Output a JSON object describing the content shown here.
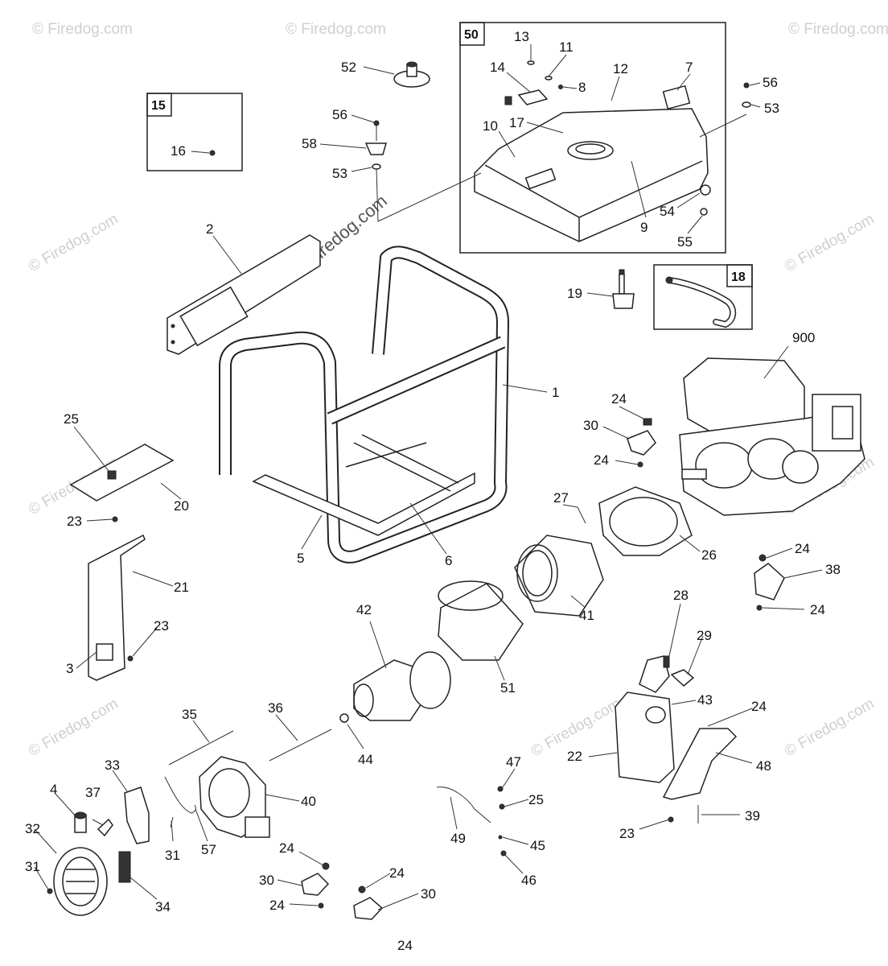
{
  "watermark": "© Firedog.com",
  "page_number": "24",
  "kit_boxes": [
    {
      "id": "box-50",
      "label": "50"
    },
    {
      "id": "box-15",
      "label": "15"
    },
    {
      "id": "box-18",
      "label": "18"
    }
  ],
  "callouts": [
    {
      "label": "13"
    },
    {
      "label": "11"
    },
    {
      "label": "14"
    },
    {
      "label": "12"
    },
    {
      "label": "7"
    },
    {
      "label": "8"
    },
    {
      "label": "17"
    },
    {
      "label": "10"
    },
    {
      "label": "9"
    },
    {
      "label": "54"
    },
    {
      "label": "55"
    },
    {
      "label": "52"
    },
    {
      "label": "56"
    },
    {
      "label": "58"
    },
    {
      "label": "53"
    },
    {
      "label": "56"
    },
    {
      "label": "53"
    },
    {
      "label": "16"
    },
    {
      "label": "2"
    },
    {
      "label": "19"
    },
    {
      "label": "900"
    },
    {
      "label": "1"
    },
    {
      "label": "24"
    },
    {
      "label": "30"
    },
    {
      "label": "24"
    },
    {
      "label": "25"
    },
    {
      "label": "20"
    },
    {
      "label": "23"
    },
    {
      "label": "5"
    },
    {
      "label": "6"
    },
    {
      "label": "27"
    },
    {
      "label": "26"
    },
    {
      "label": "24"
    },
    {
      "label": "38"
    },
    {
      "label": "24"
    },
    {
      "label": "21"
    },
    {
      "label": "23"
    },
    {
      "label": "3"
    },
    {
      "label": "42"
    },
    {
      "label": "51"
    },
    {
      "label": "41"
    },
    {
      "label": "28"
    },
    {
      "label": "29"
    },
    {
      "label": "43"
    },
    {
      "label": "24"
    },
    {
      "label": "35"
    },
    {
      "label": "36"
    },
    {
      "label": "44"
    },
    {
      "label": "22"
    },
    {
      "label": "48"
    },
    {
      "label": "33"
    },
    {
      "label": "4"
    },
    {
      "label": "37"
    },
    {
      "label": "40"
    },
    {
      "label": "47"
    },
    {
      "label": "25"
    },
    {
      "label": "32"
    },
    {
      "label": "31"
    },
    {
      "label": "57"
    },
    {
      "label": "49"
    },
    {
      "label": "45"
    },
    {
      "label": "23"
    },
    {
      "label": "39"
    },
    {
      "label": "31"
    },
    {
      "label": "34"
    },
    {
      "label": "24"
    },
    {
      "label": "30"
    },
    {
      "label": "24"
    },
    {
      "label": "24"
    },
    {
      "label": "30"
    },
    {
      "label": "46"
    }
  ]
}
